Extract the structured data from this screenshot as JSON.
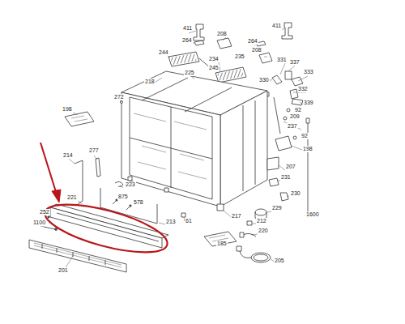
{
  "diagram": {
    "labels": [
      "411",
      "264",
      "208",
      "411",
      "264",
      "244",
      "234",
      "235",
      "208",
      "331",
      "337",
      "245",
      "333",
      "225",
      "330",
      "218",
      "332",
      "272",
      "339",
      "198",
      "92",
      "209",
      "237",
      "92",
      "198",
      "277",
      "214",
      "207",
      "231",
      "223",
      "230",
      "875",
      "221",
      "578",
      "229",
      "252",
      "1600",
      "217",
      "212",
      "61",
      "213",
      "1100",
      "220",
      "185",
      "205",
      "201"
    ]
  }
}
